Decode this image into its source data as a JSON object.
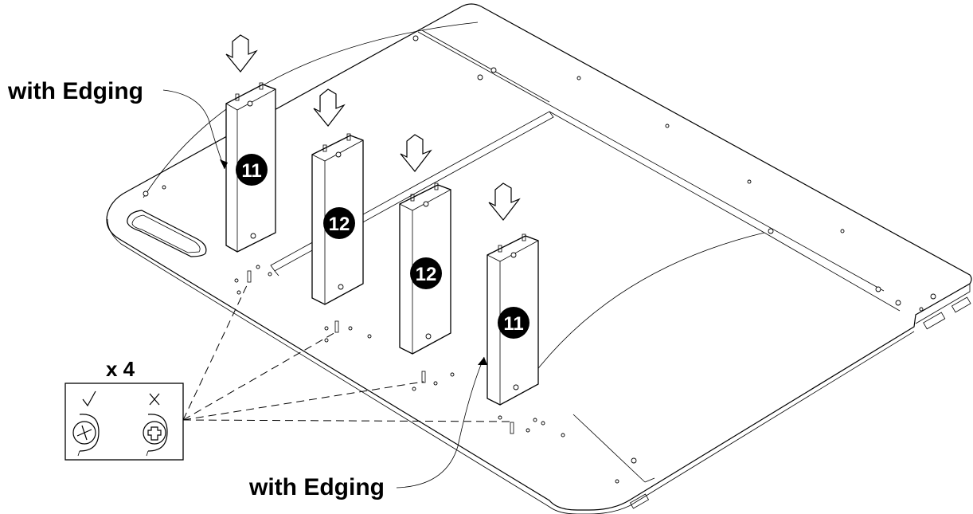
{
  "labels": {
    "edging_top": "with Edging",
    "edging_bottom": "with Edging"
  },
  "parts": {
    "p1": "11",
    "p2": "12",
    "p3": "12",
    "p4": "11"
  },
  "hardware_box": {
    "quantity": "x 4",
    "correct_icon": "check-mark-icon",
    "wrong_icon": "cross-mark-icon"
  }
}
